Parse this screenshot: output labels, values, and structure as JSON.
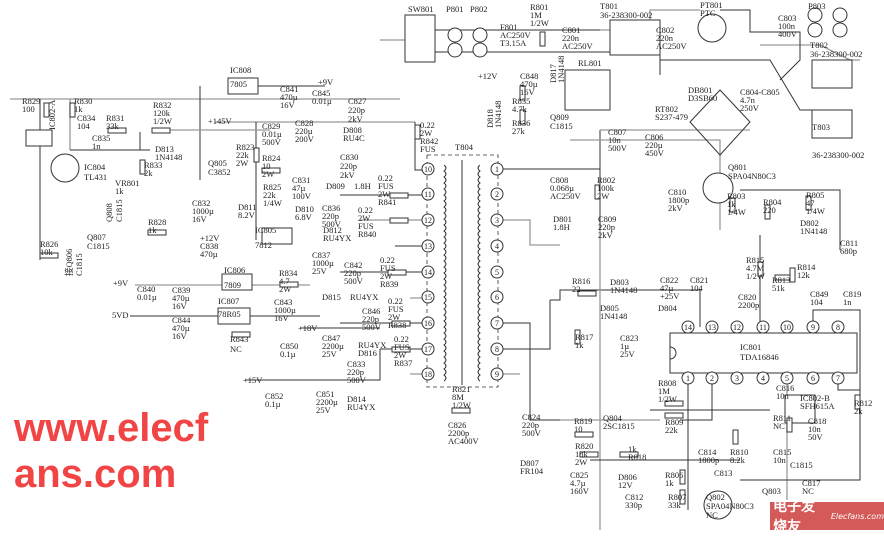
{
  "watermark": "www.elecfans.com",
  "logo": {
    "cn": "电子发烧友",
    "en": "Elecfans.com"
  },
  "p": {
    "SW801": [
      "SW801"
    ],
    "P801": [
      "P801"
    ],
    "P802": [
      "P802"
    ],
    "P803": [
      "P803"
    ],
    "F801": [
      "F801",
      "AC250V",
      "T3.15A"
    ],
    "R801": [
      "R801",
      "1M",
      "1/2W"
    ],
    "C801": [
      "C801",
      "220n",
      "AC250V"
    ],
    "T801": [
      "T801",
      "36-238300-002"
    ],
    "C802": [
      "C802",
      "220n",
      "AC250V"
    ],
    "PT801": [
      "PT801",
      "PTC"
    ],
    "C803": [
      "C803",
      "100n",
      "400V"
    ],
    "T802": [
      "T802",
      "36-238300-002"
    ],
    "T803": [
      "T803",
      "36-238300-002"
    ],
    "RL801": [
      "RL801"
    ],
    "C848": [
      "+12V",
      "C848",
      "470µ",
      "16V"
    ],
    "R835": [
      "R835",
      "4.7k"
    ],
    "R836": [
      "R836",
      "27k"
    ],
    "D818": [
      "D818",
      "1N4148"
    ],
    "D817": [
      "D817",
      "1N4148"
    ],
    "Q809": [
      "Q809",
      "C1815"
    ],
    "DB801": [
      "DB801",
      "D3SB60"
    ],
    "C804": [
      "C804-C805",
      "4.7n",
      "250V"
    ],
    "RT802": [
      "RT802",
      "S237-479"
    ],
    "C807": [
      "C807",
      "10n",
      "500V"
    ],
    "C806": [
      "C806",
      "220µ",
      "450V"
    ],
    "Q801": [
      "Q801",
      "SPA04N80C3"
    ],
    "T804": [
      "T804"
    ],
    "C808": [
      "C808",
      "0.068µ",
      "AC250V"
    ],
    "R802": [
      "R802",
      "100k",
      "2W"
    ],
    "C810": [
      "C810",
      "1800p",
      "2kV"
    ],
    "R803": [
      "R803",
      "1k",
      "1/4W"
    ],
    "R804": [
      "R804",
      "220"
    ],
    "R805": [
      "R805",
      "47",
      "1/4W"
    ],
    "D802": [
      "D802",
      "1N4148"
    ],
    "C811": [
      "C811",
      "680p"
    ],
    "D801": [
      "D801",
      "1.8H"
    ],
    "C809": [
      "C809",
      "220p",
      "2kV"
    ],
    "IC808": [
      "IC808",
      "7805"
    ],
    "C841": [
      "C841",
      "470µ",
      "16V"
    ],
    "C845": [
      "C845",
      "0.01µ"
    ],
    "V9a": [
      "+9V"
    ],
    "R829": [
      "R829",
      "100"
    ],
    "R830": [
      "R830",
      "1k"
    ],
    "C834": [
      "C834",
      "104"
    ],
    "R831": [
      "R831",
      "33k"
    ],
    "R832": [
      "R832",
      "120k",
      "1/2W"
    ],
    "IC802A": [
      "IC802-A"
    ],
    "C827": [
      "C827",
      "220p",
      "2kV"
    ],
    "V145": [
      "+145V"
    ],
    "C829": [
      "C829",
      "0.01µ",
      "500V"
    ],
    "C828": [
      "C828",
      "220µ",
      "200V"
    ],
    "D808": [
      "D808",
      "RU4C"
    ],
    "R842": [
      "0.22",
      "2W",
      "R842",
      "FUS"
    ],
    "C835": [
      "C835",
      "1n"
    ],
    "D813": [
      "D813",
      "1N4148"
    ],
    "IC804": [
      "IC804",
      "TL431"
    ],
    "R833": [
      "R833",
      "2k"
    ],
    "VR801": [
      "VR801",
      "1k"
    ],
    "R823": [
      "R823",
      "22k",
      "2W"
    ],
    "Q805": [
      "Q805",
      "C3852"
    ],
    "R824": [
      "R824",
      "10",
      "2W"
    ],
    "C830": [
      "C830",
      "220p",
      "2kV"
    ],
    "D809": [
      "D809",
      "1.8H"
    ],
    "R841": [
      "0.22",
      "FUS",
      "2W",
      "R841"
    ],
    "C831": [
      "C831",
      "47µ",
      "100V"
    ],
    "R825": [
      "R825",
      "22k",
      "1/4W"
    ],
    "C832": [
      "C832",
      "1000µ",
      "16V"
    ],
    "D811": [
      "D811",
      "8.2V"
    ],
    "D810": [
      "D810",
      "6.8V"
    ],
    "C836": [
      "C836",
      "220p",
      "500V"
    ],
    "R840": [
      "0.22",
      "2W",
      "FUS",
      "R840"
    ],
    "Q808": [
      "Q808",
      "C1815"
    ],
    "R828": [
      "R828",
      "1k"
    ],
    "D812": [
      "D812",
      "RU4YX"
    ],
    "IC805": [
      "IC805",
      "7812"
    ],
    "R826": [
      "R826",
      "10k"
    ],
    "Q807": [
      "Q807",
      "C1815"
    ],
    "C838": [
      "+12V",
      "C838",
      "470µ"
    ],
    "C837": [
      "C837",
      "1000µ",
      "25V"
    ],
    "R839": [
      "0.22",
      "FUS",
      "2W",
      "R839"
    ],
    "Q806": [
      "接Q806",
      "C1815"
    ],
    "V9b": [
      "+9V"
    ],
    "C840": [
      "C840",
      "0.01µ"
    ],
    "C839": [
      "C839",
      "470µ",
      "16V"
    ],
    "IC806": [
      "IC806",
      "7809"
    ],
    "R834": [
      "R834",
      "4.7",
      "2W"
    ],
    "IC807": [
      "IC807",
      "78R05"
    ],
    "C843": [
      "C843",
      "1000µ",
      "16V"
    ],
    "C842": [
      "C842",
      "220p",
      "500V"
    ],
    "D815": [
      "D815",
      "RU4YX"
    ],
    "V5D": [
      "5VD"
    ],
    "C844": [
      "C844",
      "470µ",
      "16V"
    ],
    "R843": [
      "R843",
      "NC"
    ],
    "C846": [
      "C846",
      "220p",
      "500V"
    ],
    "R838": [
      "0.22",
      "FUS",
      "2W",
      "R838"
    ],
    "V18": [
      "+18V"
    ],
    "C847": [
      "C847",
      "2200µ",
      "25V"
    ],
    "D816": [
      "RU4YX",
      "D816"
    ],
    "R837": [
      "0.22",
      "FUS",
      "2W",
      "R837"
    ],
    "C850": [
      "C850",
      "0.1µ"
    ],
    "C833": [
      "C833",
      "220p",
      "500V"
    ],
    "V15": [
      "+15V"
    ],
    "C852": [
      "C852",
      "0.1µ"
    ],
    "C851": [
      "C851",
      "2200µ",
      "25V"
    ],
    "D814": [
      "D814",
      "RU4YX"
    ],
    "R821": [
      "R821",
      "8M",
      "1/2W"
    ],
    "C826": [
      "C826",
      "2200p",
      "AC400V"
    ],
    "R816": [
      "R816",
      "22"
    ],
    "D803": [
      "D803",
      "1N4148"
    ],
    "C822": [
      "C822",
      "47µ",
      "+25V"
    ],
    "C821": [
      "C821",
      "104"
    ],
    "D805": [
      "D805",
      "1N4148"
    ],
    "D804": [
      "D804"
    ],
    "R817": [
      "R817",
      "1k"
    ],
    "C823": [
      "C823",
      "1µ",
      "25V"
    ],
    "IC801": [
      "IC801",
      "TDA16846"
    ],
    "R815": [
      "R815",
      "4.7M",
      "1/2W"
    ],
    "R813": [
      "R813",
      "51k"
    ],
    "R814": [
      "R814",
      "12k"
    ],
    "C820": [
      "C820",
      "2200p"
    ],
    "C849": [
      "C849",
      "104"
    ],
    "C819": [
      "C819",
      "1n"
    ],
    "R808": [
      "R808",
      "1M",
      "1/2W"
    ],
    "C816": [
      "C816",
      "10n"
    ],
    "IC802B": [
      "IC802-B",
      "SFH615A"
    ],
    "R812": [
      "R812",
      "2k"
    ],
    "C824": [
      "C824",
      "220p",
      "500V"
    ],
    "R819": [
      "R819",
      "10"
    ],
    "Q804": [
      "Q804",
      "2SC1815"
    ],
    "R809": [
      "R809",
      "22k"
    ],
    "R811": [
      "R811",
      "NC"
    ],
    "C818": [
      "C818",
      "10n",
      "50V"
    ],
    "D807": [
      "D807",
      "FR104"
    ],
    "R820": [
      "R820",
      "18k",
      "2W"
    ],
    "R818": [
      "1k",
      "R818"
    ],
    "C814": [
      "C814",
      "1800p"
    ],
    "R810": [
      "R810",
      "8.2k"
    ],
    "C815": [
      "C815",
      "10n"
    ],
    "Q803": [
      "C1815",
      "Q803"
    ],
    "C825": [
      "C825",
      "4.7µ",
      "160V"
    ],
    "D806": [
      "D806",
      "12V"
    ],
    "R806": [
      "R806",
      "1k"
    ],
    "C813": [
      "C813"
    ],
    "C812": [
      "C812",
      "330p"
    ],
    "R807": [
      "R807",
      "33k"
    ],
    "Q802": [
      "Q802",
      "SPA04N80C3",
      "NC"
    ],
    "C817": [
      "C817",
      "NC"
    ]
  },
  "t804_pins_primary": [
    "1",
    "2",
    "3",
    "4",
    "5",
    "6",
    "7",
    "8",
    "9"
  ],
  "t804_pins_secondary": [
    "10",
    "11",
    "12",
    "13",
    "14",
    "15",
    "16",
    "17",
    "18"
  ],
  "ic801_pins_top": [
    "14",
    "13",
    "12",
    "11",
    "10",
    "9",
    "8"
  ],
  "ic801_pins_bottom": [
    "1",
    "2",
    "3",
    "4",
    "5",
    "6",
    "7"
  ]
}
